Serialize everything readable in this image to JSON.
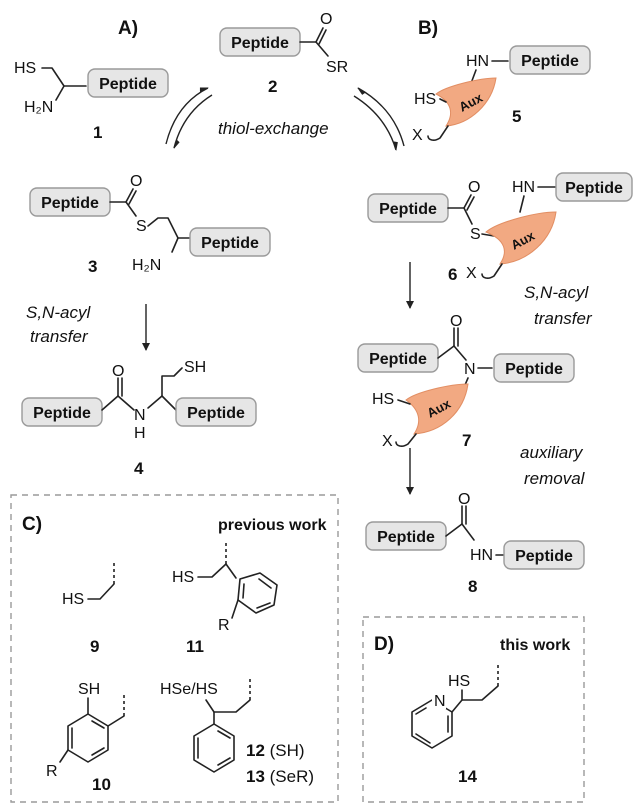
{
  "panels": {
    "A": "A)",
    "B": "B)",
    "C": "C)",
    "D": "D)"
  },
  "peptide_label": "Peptide",
  "aux_label": "Aux",
  "atoms": {
    "SH": "SH",
    "HS": "HS",
    "H2N": "H₂N",
    "O": "O",
    "S": "S",
    "SR": "SR",
    "HN": "HN",
    "N": "N",
    "H": "H",
    "X": "X",
    "R": "R",
    "HSe_HS": "HSe/HS"
  },
  "compounds": {
    "c1": "1",
    "c2": "2",
    "c3": "3",
    "c4": "4",
    "c5": "5",
    "c6": "6",
    "c7": "7",
    "c8": "8",
    "c9": "9",
    "c10": "10",
    "c11": "11",
    "c12": "12",
    "c13": "13",
    "c14": "14"
  },
  "suffixes": {
    "c12": " (SH)",
    "c13": " (SeR)"
  },
  "text": {
    "thiol_exchange": "thiol-exchange",
    "sn_acyl_1": "S,N-acyl",
    "transfer_1": "transfer",
    "sn_acyl_2": "S,N-acyl",
    "transfer_2": "transfer",
    "auxiliary": "auxiliary",
    "removal": "removal",
    "previous_work": "previous work",
    "this_work": "this work"
  }
}
